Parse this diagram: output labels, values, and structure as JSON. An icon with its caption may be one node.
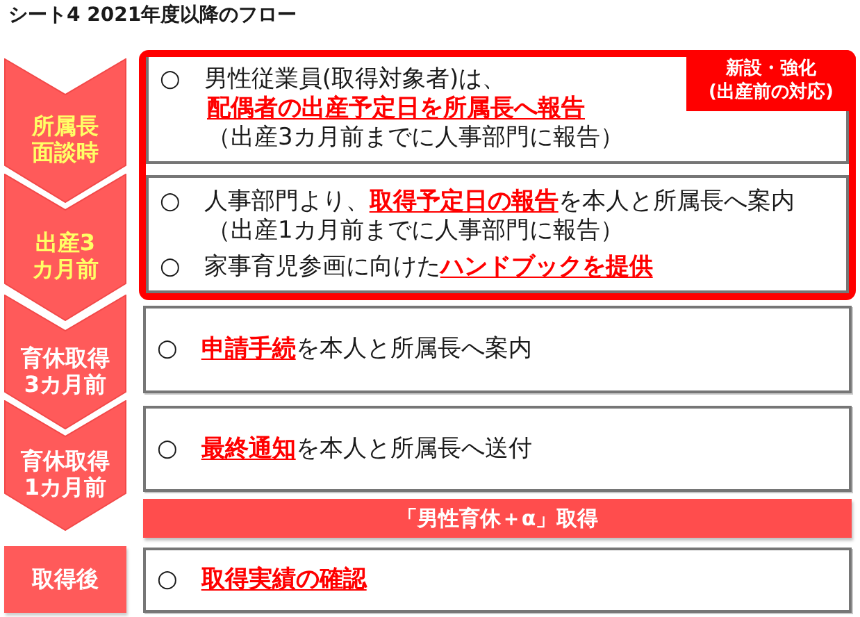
{
  "diagram": {
    "title": "シート4 2021年度以降のフロー",
    "nodes": [
      {
        "text": [
          "所属長面談時"
        ]
      },
      {
        "text": [
          "新設・強化(出産前の対応)"
        ]
      },
      {
        "text": [
          "○　男性従業員(取得対象者)は、**配偶者の出産予定日を所属長へ報告**（出産3カ月前までに人事部門に報告）"
        ],
        "in": 1
      },
      {
        "text": [
          "出産3カ月前"
        ]
      },
      {
        "text": [
          "○　人事部門より、**取得予定日の報告**を本人と所属長へ案内（出産1カ月前までに人事部門に報告）",
          "○　家事育児参画に向けた**ハンドブックを提供**"
        ],
        "in": 1
      },
      {
        "text": [
          "育休取得3カ月前"
        ]
      },
      {
        "text": [
          "○　**申請手続**を本人と所属長へ案内"
        ]
      },
      {
        "text": [
          "育休取得1カ月前"
        ]
      },
      {
        "text": [
          "○　**最終通知**を本人と所属長へ送付"
        ]
      },
      {
        "text": [
          "「男性育休＋α」取得"
        ]
      },
      {
        "text": [
          "取得後"
        ]
      },
      {
        "text": [
          "○　**取得実績の確認**"
        ]
      }
    ]
  }
}
